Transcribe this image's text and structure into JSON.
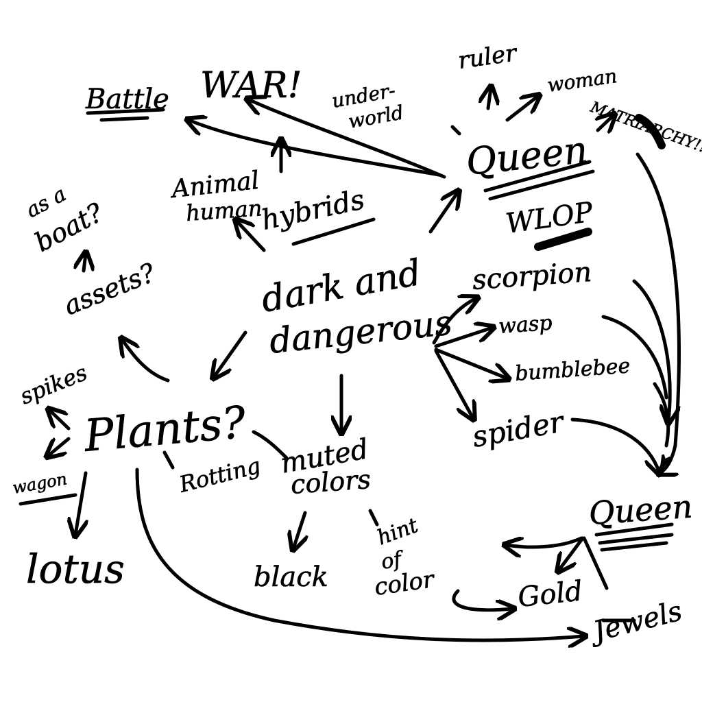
{
  "words": {
    "battle": "Battle",
    "war": "WAR!",
    "underworld_1": "under-",
    "underworld_2": "world",
    "ruler": "ruler",
    "woman": "woman",
    "queen_top": "Queen",
    "matriarchy": "MATRIARCHY!!",
    "as_a_boat_1": "as a",
    "as_a_boat_2": "boat?",
    "animal": "Animal",
    "human": "human",
    "hybrids": "hybrids",
    "wlop": "WLOP",
    "assets": "assets?",
    "dark_and": "dark and",
    "dangerous": "dangerous",
    "scorpion": "scorpion",
    "wasp": "wasp",
    "bumblebee": "bumblebee",
    "spikes": "spikes",
    "plants": "Plants?",
    "spider": "spider",
    "rotting": "Rotting",
    "muted": "muted",
    "colors": "colors",
    "wagon": "wagon",
    "queen_bottom": "Queen",
    "lotus": "lotus",
    "black": "black",
    "hint_1": "hint",
    "hint_2": "of",
    "hint_3": "color",
    "gold": "Gold",
    "jewels": "Jewels"
  }
}
